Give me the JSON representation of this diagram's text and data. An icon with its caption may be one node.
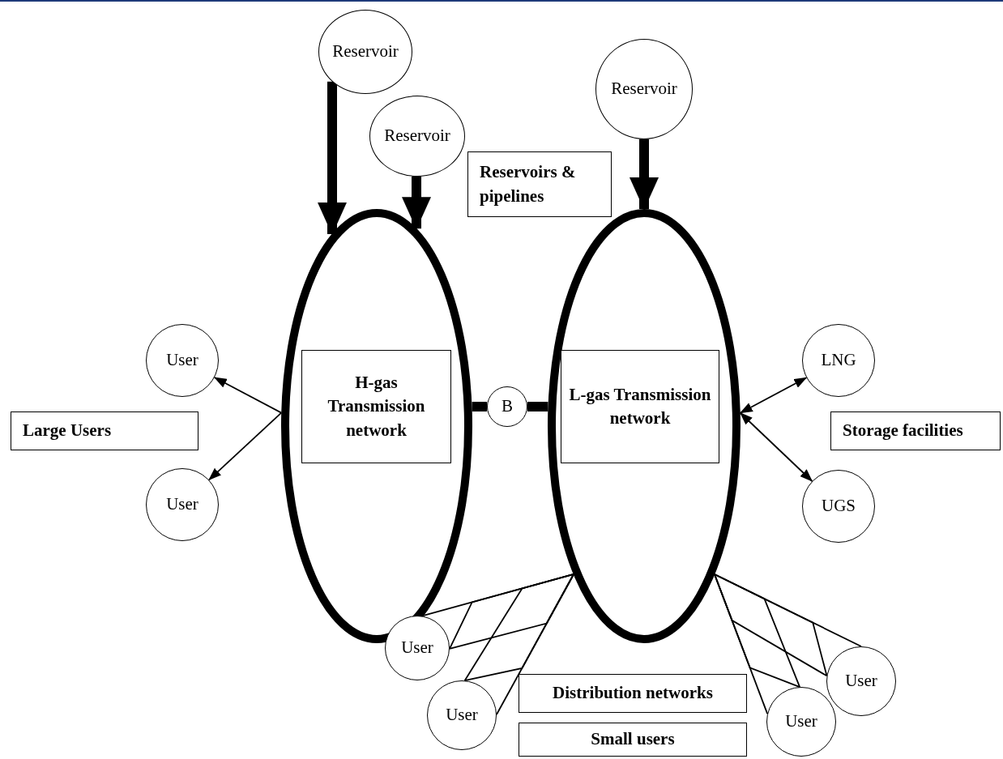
{
  "diagram": {
    "nodes": [
      {
        "text": [
          "Reservoir"
        ]
      },
      {
        "text": [
          "Reservoir"
        ]
      },
      {
        "text": [
          "Reservoir"
        ]
      },
      {
        "text": [
          "Reservoirs & pipelines"
        ]
      },
      {
        "text": [],
        "shape": "ellipse"
      },
      {
        "text": [
          "H-gas Transmission network"
        ],
        "in": 4
      },
      {
        "text": [],
        "shape": "ellipse"
      },
      {
        "text": [
          "L-gas Transmission network"
        ],
        "in": 6
      },
      {
        "text": [
          "B"
        ]
      },
      {
        "text": [
          "User"
        ]
      },
      {
        "text": [
          "Large Users"
        ]
      },
      {
        "text": [
          "User"
        ]
      },
      {
        "text": [
          "LNG"
        ]
      },
      {
        "text": [
          "UGS"
        ]
      },
      {
        "text": [
          "Storage facilities"
        ]
      },
      {
        "text": [
          "User"
        ]
      },
      {
        "text": [
          "User"
        ]
      },
      {
        "text": [
          "Distribution networks"
        ]
      },
      {
        "text": [
          "Small users"
        ]
      },
      {
        "text": [
          "User"
        ]
      },
      {
        "text": [
          "User"
        ]
      }
    ],
    "edges": [
      {
        "from": 0,
        "to": 4,
        "arrow": "to",
        "style": "thick"
      },
      {
        "from": 1,
        "to": 4,
        "arrow": "to",
        "style": "thick"
      },
      {
        "from": 2,
        "to": 6,
        "arrow": "to",
        "style": "thick"
      },
      {
        "from": 4,
        "to": 8,
        "arrow": "none",
        "style": "thick"
      },
      {
        "from": 8,
        "to": 6,
        "arrow": "none",
        "style": "thick"
      },
      {
        "from": 4,
        "to": 9,
        "arrow": "to"
      },
      {
        "from": 4,
        "to": 11,
        "arrow": "to"
      },
      {
        "from": 6,
        "to": 12,
        "arrow": "both"
      },
      {
        "from": 6,
        "to": 13,
        "arrow": "both"
      },
      {
        "from": 6,
        "to": 15,
        "arrow": "none"
      },
      {
        "from": 6,
        "to": 16,
        "arrow": "none"
      },
      {
        "from": 6,
        "to": 19,
        "arrow": "none"
      },
      {
        "from": 6,
        "to": 20,
        "arrow": "none"
      },
      {
        "from": 6,
        "to": 15,
        "arrow": "none"
      },
      {
        "from": 6,
        "to": 16,
        "arrow": "none"
      },
      {
        "from": 6,
        "to": 15,
        "arrow": "none"
      },
      {
        "from": 6,
        "to": 16,
        "arrow": "none"
      },
      {
        "from": 6,
        "to": 19,
        "arrow": "none"
      },
      {
        "from": 6,
        "to": 20,
        "arrow": "none"
      },
      {
        "from": 6,
        "to": 20,
        "arrow": "none"
      },
      {
        "from": 6,
        "to": 19,
        "arrow": "none"
      }
    ]
  }
}
